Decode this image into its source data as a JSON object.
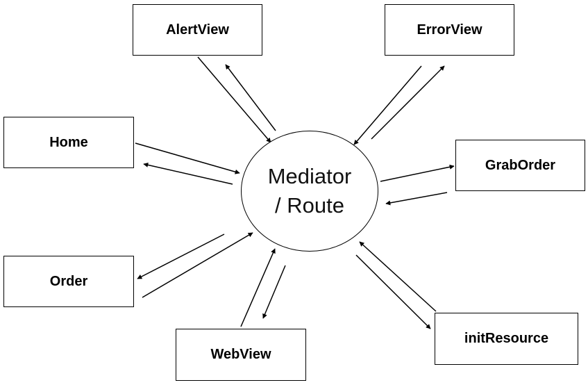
{
  "hub": {
    "line1": "Mediator",
    "line2": "/ Route"
  },
  "nodes": {
    "alertview": "AlertView",
    "errorview": "ErrorView",
    "home": "Home",
    "graborder": "GrabOrder",
    "order": "Order",
    "webview": "WebView",
    "initresource": "initResource"
  },
  "edges": [
    {
      "node": "AlertView",
      "direction": "bidirectional"
    },
    {
      "node": "ErrorView",
      "direction": "bidirectional"
    },
    {
      "node": "Home",
      "direction": "bidirectional"
    },
    {
      "node": "GrabOrder",
      "direction": "bidirectional"
    },
    {
      "node": "Order",
      "direction": "bidirectional"
    },
    {
      "node": "WebView",
      "direction": "bidirectional"
    },
    {
      "node": "initResource",
      "direction": "bidirectional"
    }
  ],
  "colors": {
    "stroke": "#000000",
    "background": "#ffffff"
  }
}
